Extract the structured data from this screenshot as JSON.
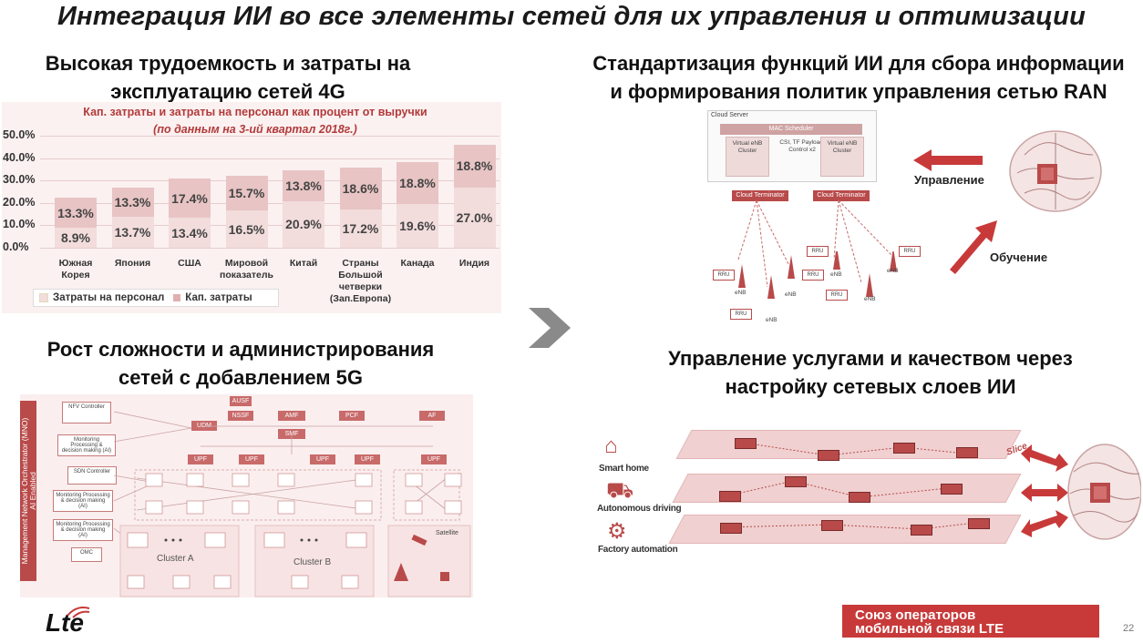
{
  "slide": {
    "title": "Интеграция ИИ во все элементы сетей для их управления и оптимизации",
    "page_number": "22"
  },
  "q1": {
    "heading_line1": "Высокая трудоемкость и затраты на",
    "heading_line2": "эксплуатацию сетей  4G"
  },
  "q2": {
    "heading_line1": "Стандартизация функций ИИ для сбора информации",
    "heading_line2": "и формирования политик управления сетью RAN",
    "cloud_server": "Cloud Server",
    "mac_scheduler": "MAC Scheduler",
    "venb_cluster": "Virtual eNB Cluster",
    "csi": "CSI, TF Payload, Control x2",
    "cloud_terminator": "Cloud Terminator",
    "rru": "RRU",
    "enb": "eNB",
    "label_control": "Управление",
    "label_learning": "Обучение"
  },
  "q3": {
    "heading_line1": "Рост сложности и администрирования",
    "heading_line2": "сетей с добавлением 5G",
    "vertical_line1": "Management Network Orchestrator (MNO)",
    "vertical_line2": "AI Enabled",
    "controllers": [
      "NFV Controller",
      "Monitoring Processing & decision making (AI)",
      "SDN Controller",
      "Monitoring Processing & decision making (AI)",
      "Monitoring Processing & decision making (AI)",
      "OMC"
    ],
    "nfs": [
      "AUSF",
      "UDM",
      "NSSF",
      "AMF",
      "PCF",
      "AF",
      "SMF"
    ],
    "upf": "UPF",
    "cluster_a": "Cluster A",
    "cluster_b": "Cluster B",
    "satellite": "Satellite"
  },
  "q4": {
    "heading_line1": "Управление услугами и качеством через",
    "heading_line2": "настройку сетевых слоев ИИ",
    "services": [
      "Smart home",
      "Autonomous driving",
      "Factory automation"
    ],
    "slice_label": "Slice"
  },
  "footer": {
    "logo": "Lte",
    "union_line1": "Союз операторов",
    "union_line2": "мобильной связи LTE"
  },
  "colors": {
    "accent": "#b94a4a",
    "brand_red": "#c83a3a",
    "bar_light": "#f2dcdc",
    "bar_dark": "#e8c4c4"
  },
  "chart_data": {
    "type": "bar",
    "title": "Кап. затраты и затраты на персонал как процент от выручки",
    "subtitle": "(по данным на 3-ий квартал 2018г.)",
    "categories": [
      "Южная Корея",
      "Япония",
      "США",
      "Мировой показатель",
      "Китай",
      "Страны Большой четверки (Зап.Европа)",
      "Канада",
      "Индия"
    ],
    "yticks": [
      "50.0%",
      "40.0%",
      "30.0%",
      "20.0%",
      "10.0%",
      "0.0%"
    ],
    "ylim": [
      0,
      50
    ],
    "series": [
      {
        "name": "Затраты на персонал",
        "values": [
          8.9,
          13.7,
          13.4,
          16.5,
          20.9,
          17.2,
          19.6,
          27.0
        ],
        "labels": [
          "8.9%",
          "13.7%",
          "13.4%",
          "16.5%",
          "20.9%",
          "17.2%",
          "19.6%",
          "27.0%"
        ]
      },
      {
        "name": "Кап. затраты",
        "values": [
          13.3,
          13.3,
          17.4,
          15.7,
          13.8,
          18.6,
          18.8,
          18.8
        ],
        "labels": [
          "13.3%",
          "13.3%",
          "17.4%",
          "15.7%",
          "13.8%",
          "18.6%",
          "18.8%",
          "18.8%"
        ]
      }
    ],
    "legend": [
      "Затраты на персонал",
      "Кап. затраты"
    ]
  }
}
